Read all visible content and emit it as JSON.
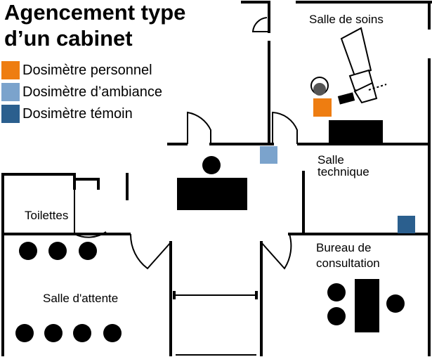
{
  "title": {
    "line1": "Agencement type",
    "line2": "d’un cabinet"
  },
  "legend": [
    {
      "label": "Dosimètre personnel",
      "color": "#EE7D11"
    },
    {
      "label": "Dosimètre d’ambiance",
      "color": "#7BA3CC"
    },
    {
      "label": "Dosimètre témoin",
      "color": "#2B5F8E"
    }
  ],
  "rooms": {
    "salle_de_soins": "Salle de soins",
    "salle_technique_1": "Salle",
    "salle_technique_2": "technique",
    "toilettes": "Toilettes",
    "bureau_1": "Bureau de",
    "bureau_2": "consultation",
    "salle_attente": "Salle d'attente"
  },
  "colors": {
    "wall": "#000000",
    "personnel": "#EE7D11",
    "ambiance": "#7BA3CC",
    "temoin": "#2B5F8E"
  }
}
